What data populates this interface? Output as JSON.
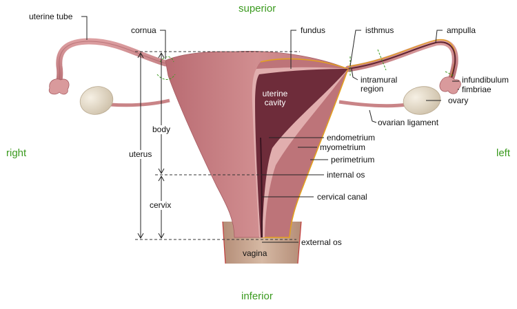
{
  "orientation": {
    "superior": "superior",
    "inferior": "inferior",
    "right": "right",
    "left": "left"
  },
  "labels": {
    "uterine_tube": "uterine tube",
    "cornua": "cornua",
    "fundus": "fundus",
    "isthmus": "isthmus",
    "ampulla": "ampulla",
    "infundibulum": "infundibulum",
    "fimbriae": "fimbriae",
    "ovary": "ovary",
    "intramural_region_line1": "intramural",
    "intramural_region_line2": "region",
    "ovarian_ligament": "ovarian ligament",
    "uterine_cavity_line1": "uterine",
    "uterine_cavity_line2": "cavity",
    "body": "body",
    "uterus": "uterus",
    "endometrium": "endometrium",
    "myometrium": "myometrium",
    "perimetrium": "perimetrium",
    "internal_os": "internal os",
    "cervix": "cervix",
    "cervical_canal": "cervical canal",
    "external_os": "external os",
    "vagina": "vagina"
  },
  "colors": {
    "tissue": "#c57a7e",
    "tissue_dark": "#a55a60",
    "cut_surface": "#b4686e",
    "cavity": "#6e2c3a",
    "endometrium": "#e3b0b0",
    "perimetrium": "#e2a020",
    "ovary": "#e6dccb",
    "vagina": "#c6a790",
    "direction_text": "#3a9a1e"
  }
}
